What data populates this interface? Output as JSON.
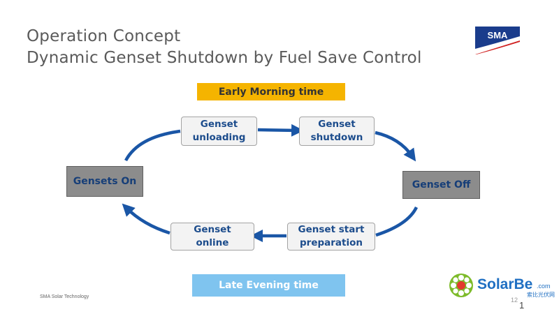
{
  "title": {
    "line1": "Operation Concept",
    "line2": "Dynamic Genset Shutdown by Fuel Save Control"
  },
  "logo": {
    "text": "SMA"
  },
  "banners": {
    "top": "Early Morning time",
    "bottom": "Late Evening time"
  },
  "states": {
    "on": "Gensets On",
    "off": "Genset Off"
  },
  "steps": {
    "unloading": [
      "Genset",
      "unloading"
    ],
    "shutdown": [
      "Genset",
      "shutdown"
    ],
    "online": [
      "Genset",
      "online"
    ],
    "start_preparation": [
      "Genset start",
      "preparation"
    ]
  },
  "footer": {
    "company": "SMA Solar Technology",
    "page": "12",
    "page_overlay": "1"
  },
  "watermark": {
    "brand": "SolarBe",
    "suffix": ".com",
    "subtitle": "索比光伏网"
  },
  "colors": {
    "arrow": "#1a56a6",
    "banner_top": "#f5b400",
    "banner_bottom": "#7fc4ef",
    "state_box": "#8c8c8c",
    "logo_blue": "#1a3c8c",
    "logo_red": "#d0201f"
  }
}
